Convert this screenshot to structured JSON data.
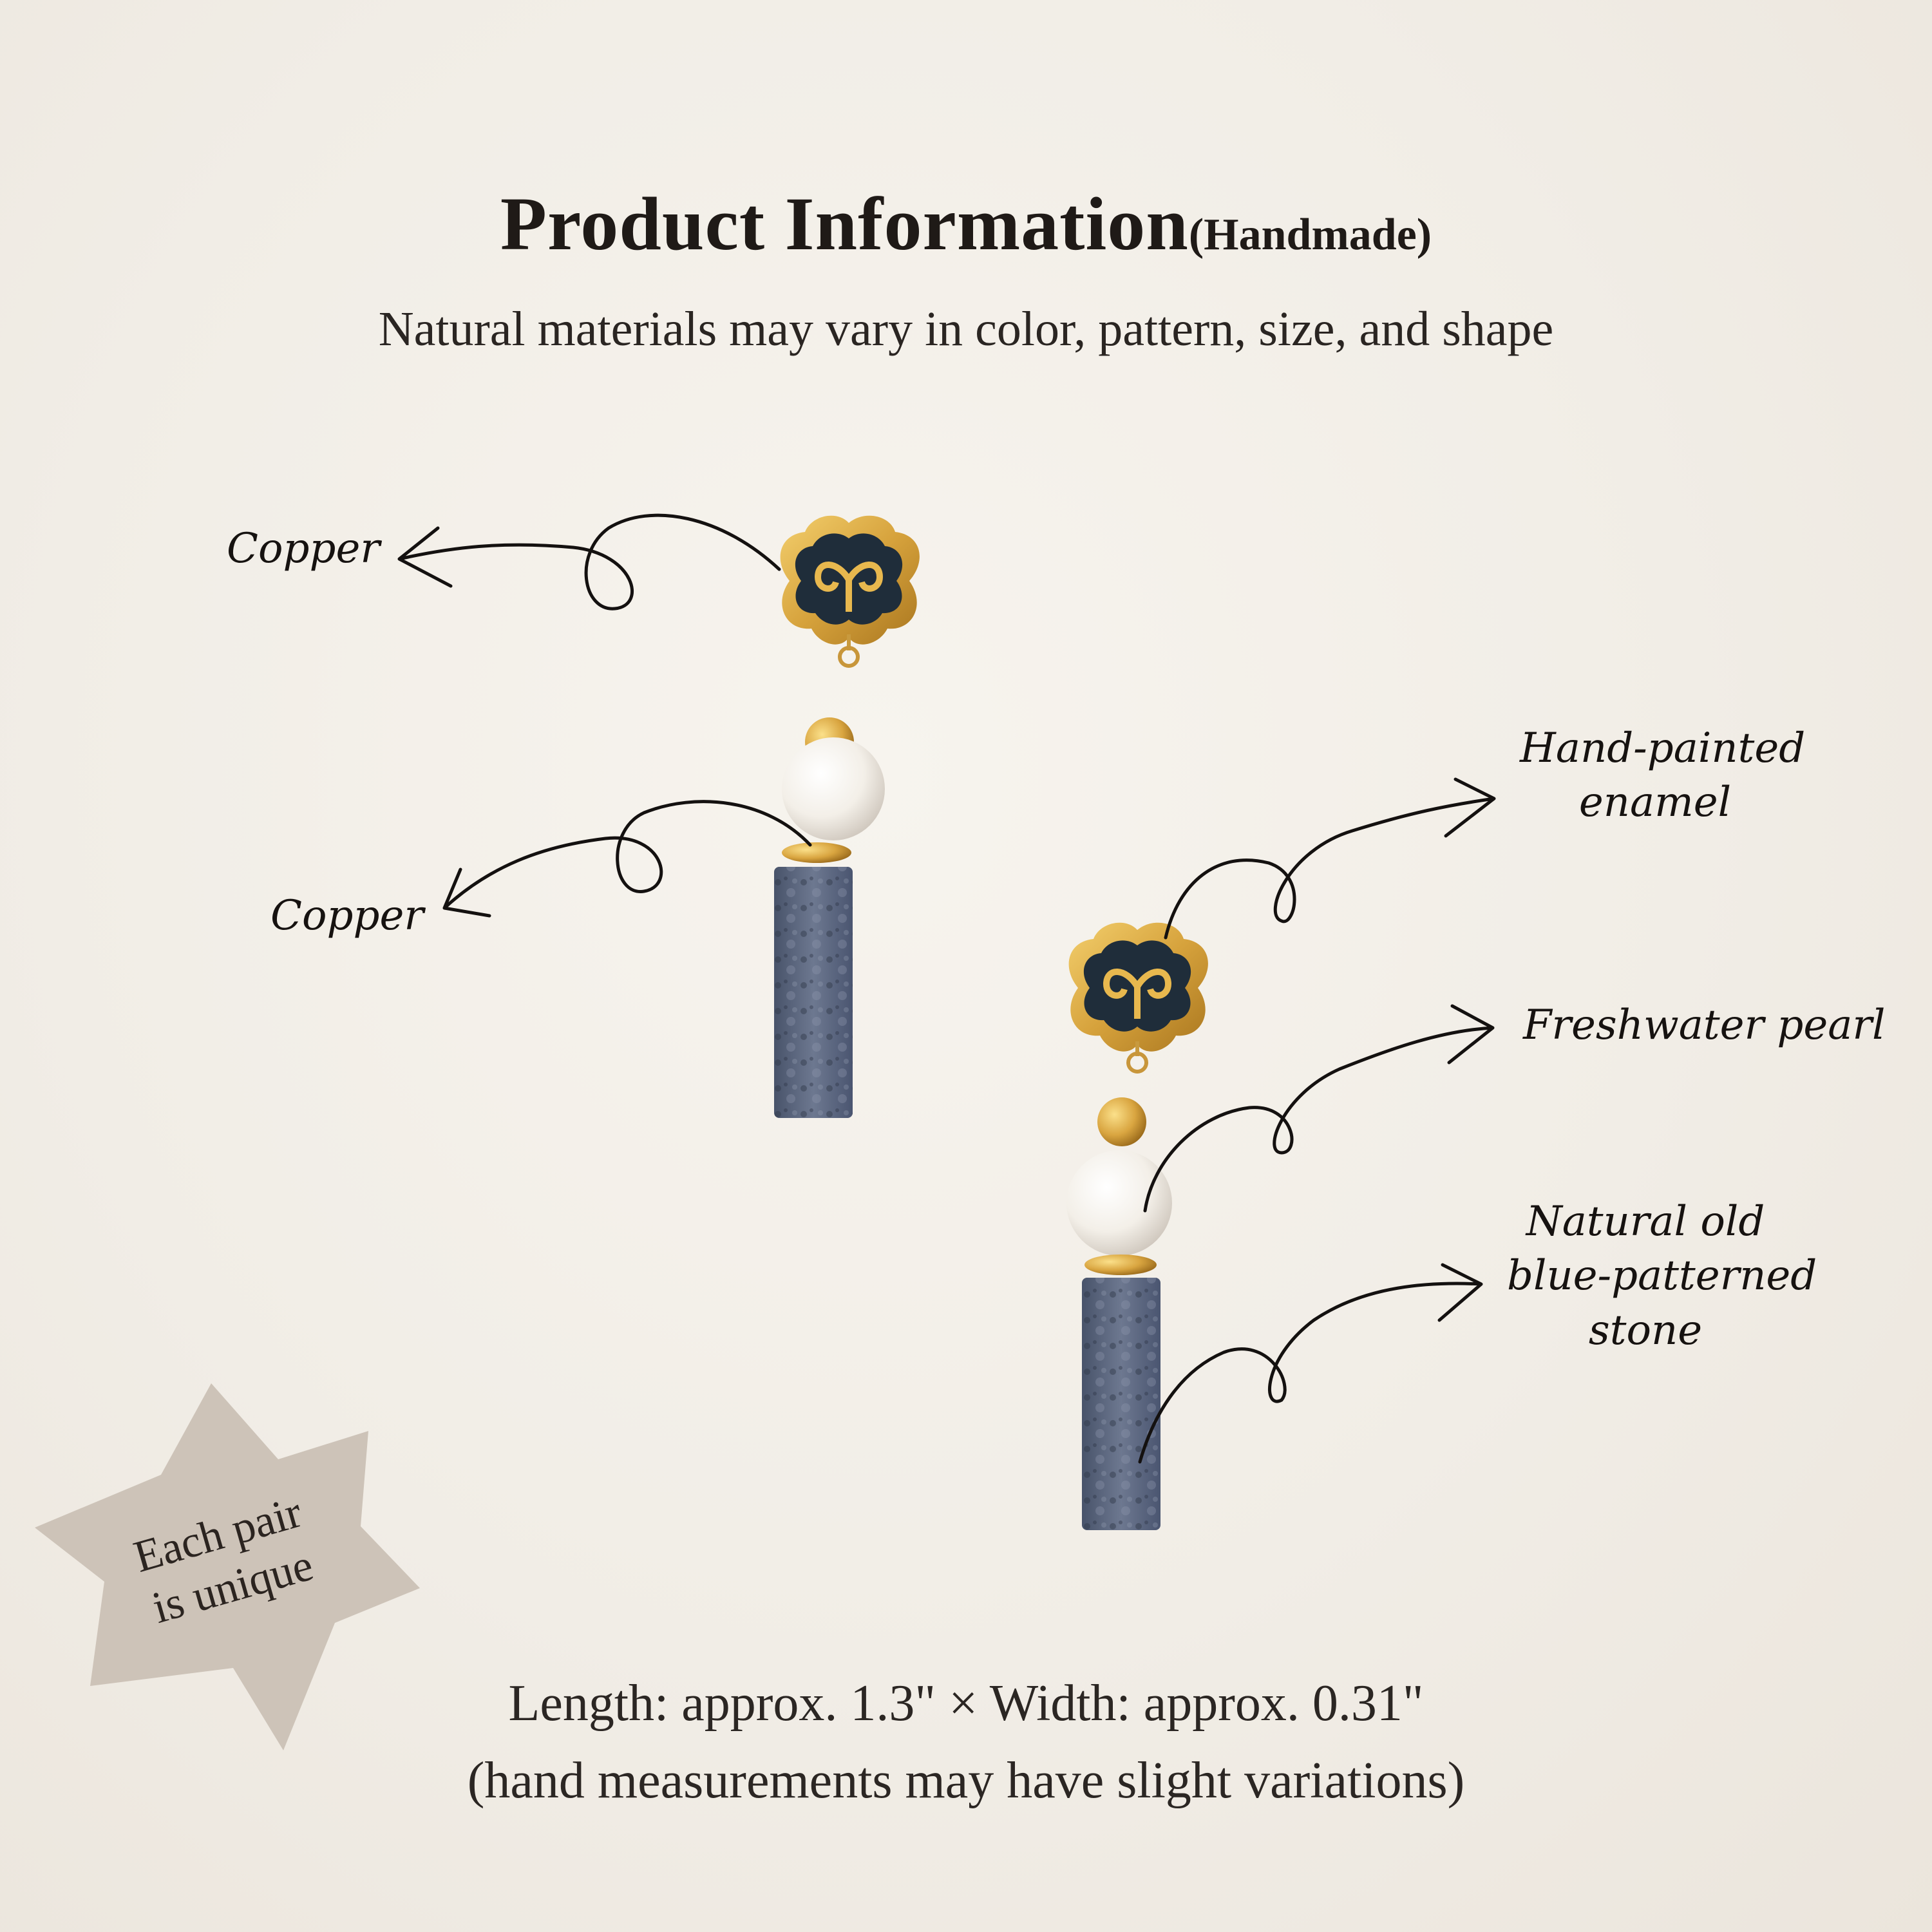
{
  "header": {
    "title": "Product Information",
    "title_note": "(Handmade)",
    "subtitle": "Natural materials may vary in color, pattern, size, and shape"
  },
  "annotations": {
    "copper_top": "Copper",
    "copper_bottom": "Copper",
    "enamel_line1": "Hand-painted",
    "enamel_line2": "enamel",
    "pearl": "Freshwater pearl",
    "stone_line1": "Natural old",
    "stone_line2": "blue-patterned",
    "stone_line3": "stone"
  },
  "badge": {
    "line1": "Each pair",
    "line2": "is unique",
    "color": "#cdc3b8"
  },
  "footer": {
    "dimensions": "Length: approx. 1.3\" × Width: approx. 0.31\"",
    "note": "(hand measurements may have slight variations)"
  },
  "colors": {
    "background": "#f1ede6",
    "gold": "#d6a23c",
    "enamel": "#1f2d3a",
    "stone": "#5f6a80",
    "pearl": "#f7f3ee"
  }
}
